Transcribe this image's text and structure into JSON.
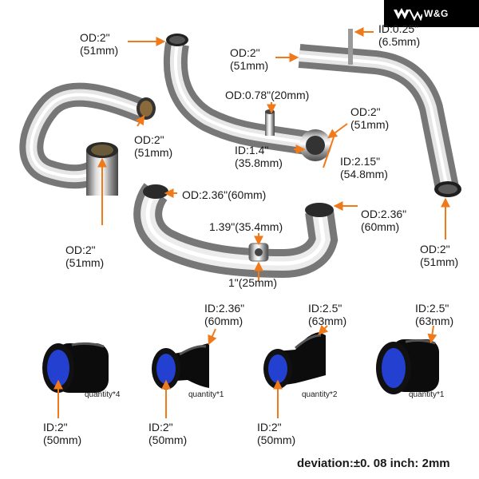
{
  "brand": {
    "logo_text": "W&G"
  },
  "colors": {
    "arrow": "#f07a1a",
    "hose_black": "#0c0c0c",
    "hose_blue": "#2440d0",
    "chrome_dark": "#6e6e6e",
    "chrome_light": "#f2f2f2"
  },
  "pipe_labels": {
    "top_left_od": {
      "l1": "OD:2\"",
      "l2": "(51mm)"
    },
    "u_pipe_od": {
      "l1": "OD:2\"",
      "l2": "(51mm)"
    },
    "u_pipe_bottom_od": {
      "l1": "OD:2\"",
      "l2": "(51mm)"
    },
    "mid_od": {
      "l1": "OD:2\"",
      "l2": "(51mm)"
    },
    "right_top_id": {
      "l1": "ID:0.25\"",
      "l2": "(6.5mm)"
    },
    "od_078": {
      "l1": "OD:0.78\"(20mm)"
    },
    "od_2_right": {
      "l1": "OD:2\"",
      "l2": "(51mm)"
    },
    "id_14": {
      "l1": "ID:1.4\"",
      "l2": "(35.8mm)"
    },
    "id_215": {
      "l1": "ID:2.15\"",
      "l2": "(54.8mm)"
    },
    "bottom_pipe_od_left": {
      "l1": "OD:2.36\"(60mm)"
    },
    "bottom_pipe_od_right": {
      "l1": "OD:2.36\"",
      "l2": "(60mm)"
    },
    "bung_139": {
      "l1": "1.39\"(35.4mm)"
    },
    "bung_1": {
      "l1": "1\"(25mm)"
    },
    "right_pipe_bottom_od": {
      "l1": "OD:2\"",
      "l2": "(51mm)"
    }
  },
  "hoses": [
    {
      "top_l1": "",
      "top_l2": "",
      "bottom_l1": "ID:2\"",
      "bottom_l2": "(50mm)",
      "quantity": "quantity*4"
    },
    {
      "top_l1": "ID:2.36\"",
      "top_l2": "(60mm)",
      "bottom_l1": "ID:2\"",
      "bottom_l2": "(50mm)",
      "quantity": "quantity*1"
    },
    {
      "top_l1": "ID:2.5\"",
      "top_l2": "(63mm)",
      "bottom_l1": "ID:2\"",
      "bottom_l2": "(50mm)",
      "quantity": "quantity*2"
    },
    {
      "top_l1": "ID:2.5\"",
      "top_l2": "(63mm)",
      "bottom_l1": "",
      "bottom_l2": "",
      "quantity": "quantity*1"
    }
  ],
  "deviation": "deviation:±0. 08 inch: 2mm"
}
